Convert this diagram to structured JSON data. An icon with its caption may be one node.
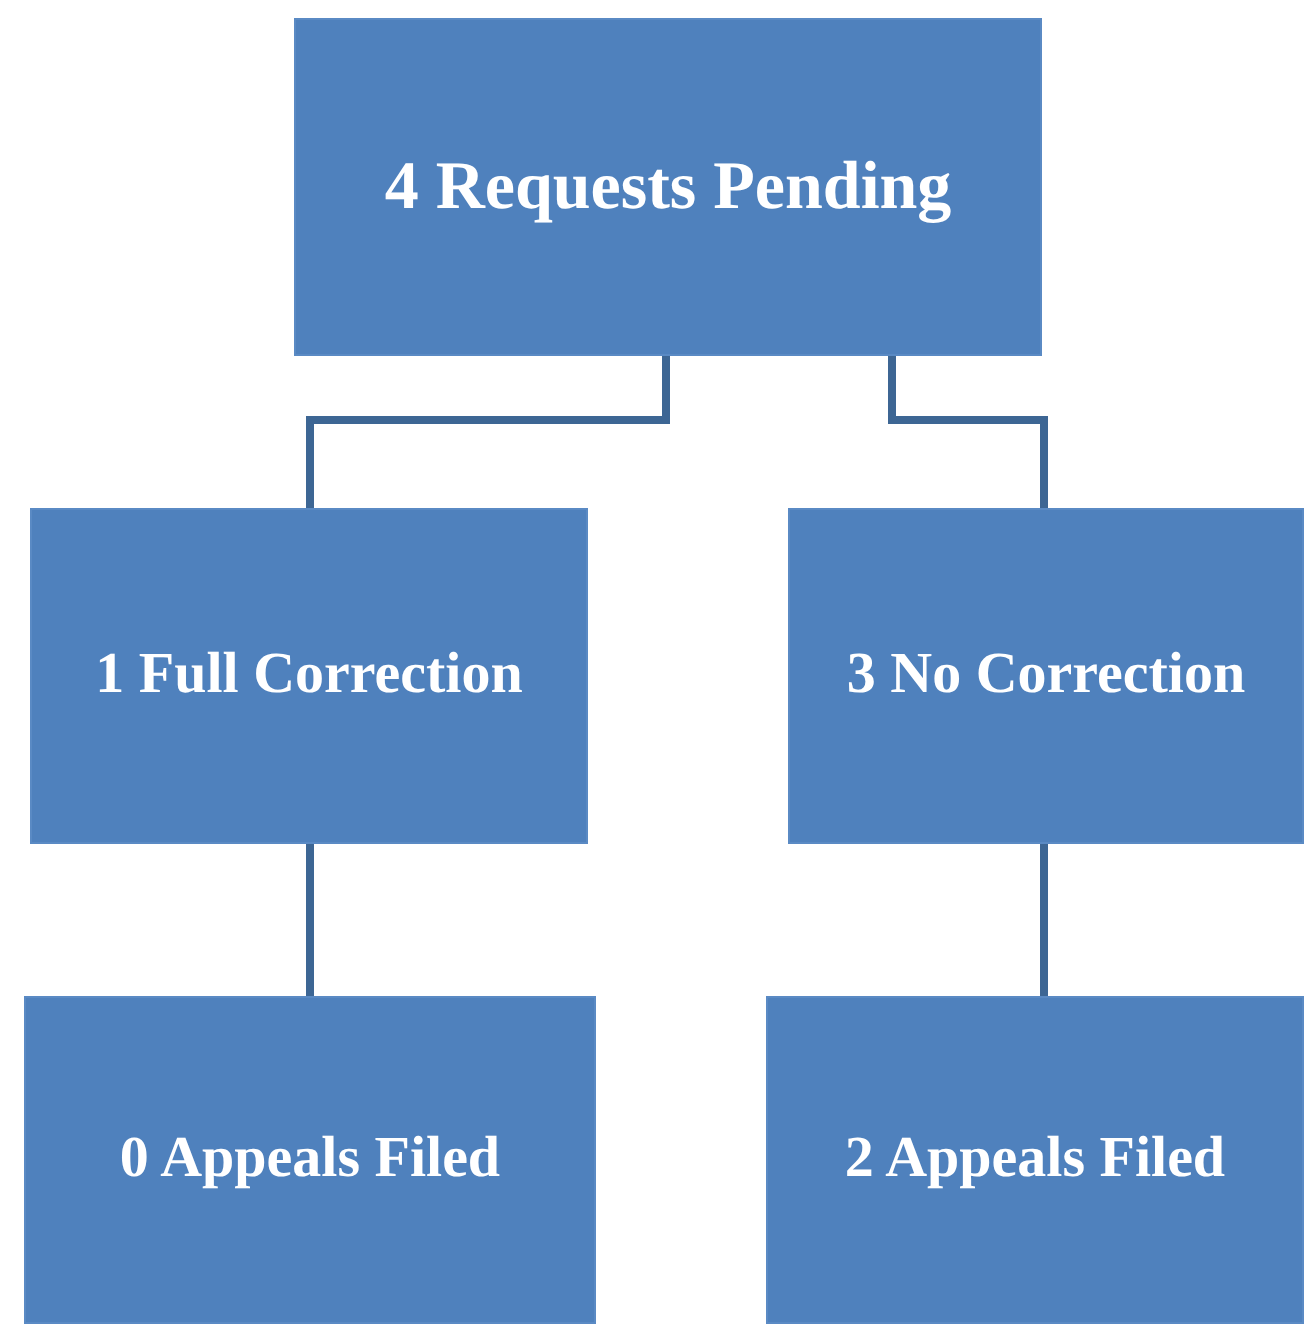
{
  "diagram": {
    "nodes": [
      {
        "text": [
          "4 Requests Pending"
        ]
      },
      {
        "text": [
          "1 Full Correction"
        ]
      },
      {
        "text": [
          "3 No Correction"
        ]
      },
      {
        "text": [
          "0 Appeals Filed"
        ]
      },
      {
        "text": [
          "2 Appeals Filed"
        ]
      }
    ],
    "edges": [
      {
        "from": 0,
        "to": 1,
        "arrow": "none"
      },
      {
        "from": 0,
        "to": 2,
        "arrow": "none"
      },
      {
        "from": 1,
        "to": 3,
        "arrow": "none"
      },
      {
        "from": 2,
        "to": 4,
        "arrow": "none"
      }
    ]
  }
}
